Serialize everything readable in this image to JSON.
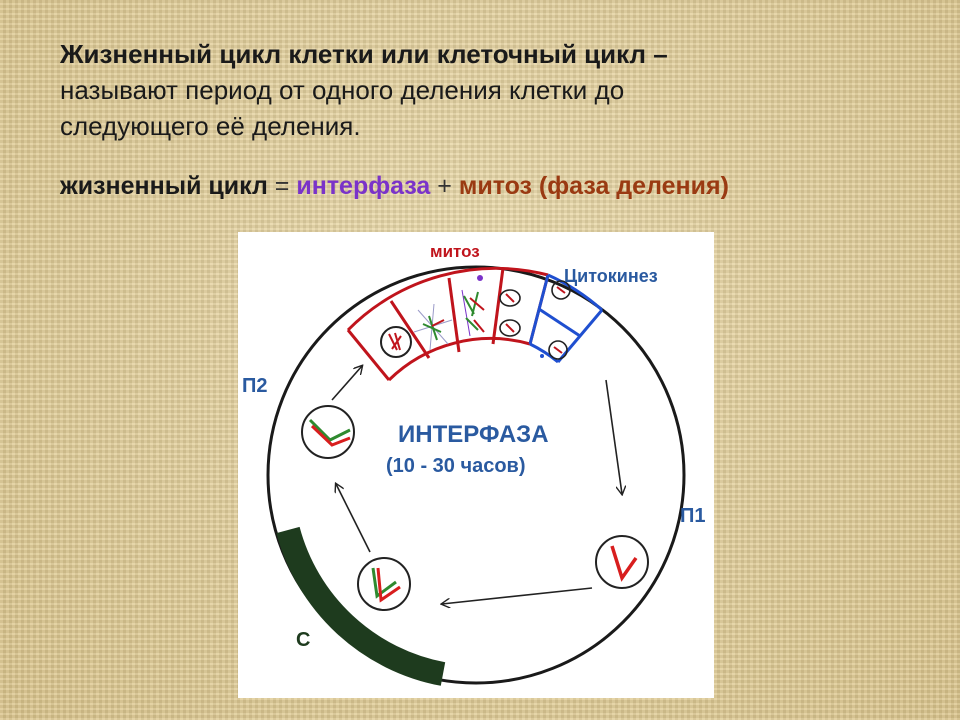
{
  "heading": {
    "term": "Жизненный цикл клетки или клеточный цикл –",
    "line2": "называют период от одного деления клетки до",
    "line3": "следующего её деления."
  },
  "formula": {
    "left": "жизненный цикл",
    "equals": "=",
    "interphase": "интерфаза",
    "plus": "+",
    "mitosis": "митоз (фаза деления)"
  },
  "diagram": {
    "mitosis_label": "митоз",
    "cytokinesis_label": "Цитокинез",
    "interphase_title": "ИНТЕРФАЗА",
    "interphase_duration": "(10 - 30 часов)",
    "g1_label": "П1",
    "g2_label": "П2",
    "s_label": "С",
    "colors": {
      "mitosis_frame": "#c0141c",
      "cytokinesis_frame": "#1f4fd0",
      "label_blue": "#2a5aa0",
      "s_phase": "#1e3b1e",
      "chromosome_red": "#d81e1e",
      "chromosome_green": "#2f8a2f"
    }
  }
}
